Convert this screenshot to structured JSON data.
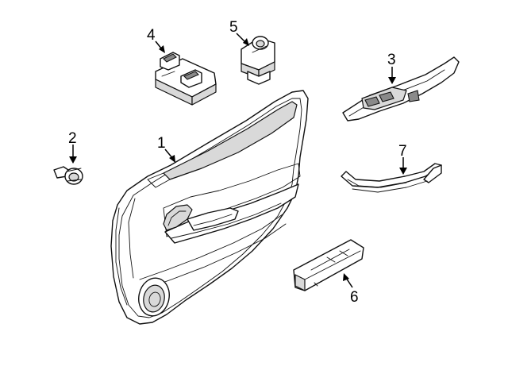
{
  "diagram": {
    "callouts": [
      {
        "id": "1",
        "label": "1"
      },
      {
        "id": "2",
        "label": "2"
      },
      {
        "id": "3",
        "label": "3"
      },
      {
        "id": "4",
        "label": "4"
      },
      {
        "id": "5",
        "label": "5"
      },
      {
        "id": "6",
        "label": "6"
      },
      {
        "id": "7",
        "label": "7"
      }
    ]
  },
  "colors": {
    "line": "#111111",
    "background": "#ffffff",
    "shade": "#d9d9d9"
  }
}
